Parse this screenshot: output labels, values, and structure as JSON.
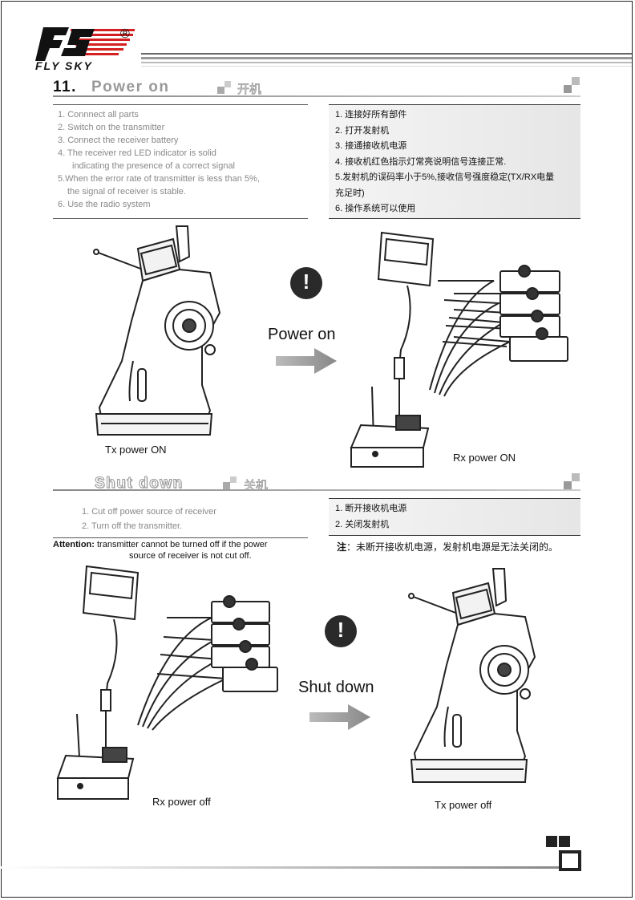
{
  "brand": {
    "name": "FLY SKY",
    "registered": "®"
  },
  "power_on": {
    "number": "11.",
    "title_en": "Power on",
    "title_cn": "开机",
    "steps_en": [
      "1. Connnect all parts",
      "2. Switch on the transmitter",
      "3. Connect the receiver battery",
      "4. The receiver red LED indicator is solid",
      "indicating the presence of a correct signal",
      "5.When the error rate of transmitter is less than 5%,",
      "the signal of receiver is stable.",
      "6. Use the radio system"
    ],
    "steps_cn": [
      "1. 连接好所有部件",
      "2. 打开发射机",
      "3. 接通接收机电源",
      "4. 接收机红色指示灯常亮说明信号连接正常.",
      "5.发射机的误码率小于5%,接收信号强度稳定(TX/RX电量",
      "充足时)",
      "6. 操作系统可以使用"
    ],
    "arrow_label": "Power on",
    "tx_caption": "Tx  power  ON",
    "rx_caption": "Rx  power  ON"
  },
  "shut_down": {
    "title_en": "Shut down",
    "title_cn": "关机",
    "steps_en": [
      "1. Cut off power source of receiver",
      "2. Turn off the transmitter."
    ],
    "steps_cn": [
      "1. 断开接收机电源",
      "2. 关闭发射机"
    ],
    "attention_label": "Attention:",
    "attention_line1": "transmitter cannot be turned off if the power",
    "attention_line2": "source of receiver is not cut off.",
    "note_label": "注",
    "note_text": "：未断开接收机电源，发射机电源是无法关闭的。",
    "arrow_label": "Shut down",
    "rx_caption": "Rx  power  off",
    "tx_caption": "Tx  power  off"
  },
  "warning_mark": "!",
  "colors": {
    "accent": "#d42020",
    "gray_title": "#999999",
    "dark": "#2a2a2a"
  }
}
